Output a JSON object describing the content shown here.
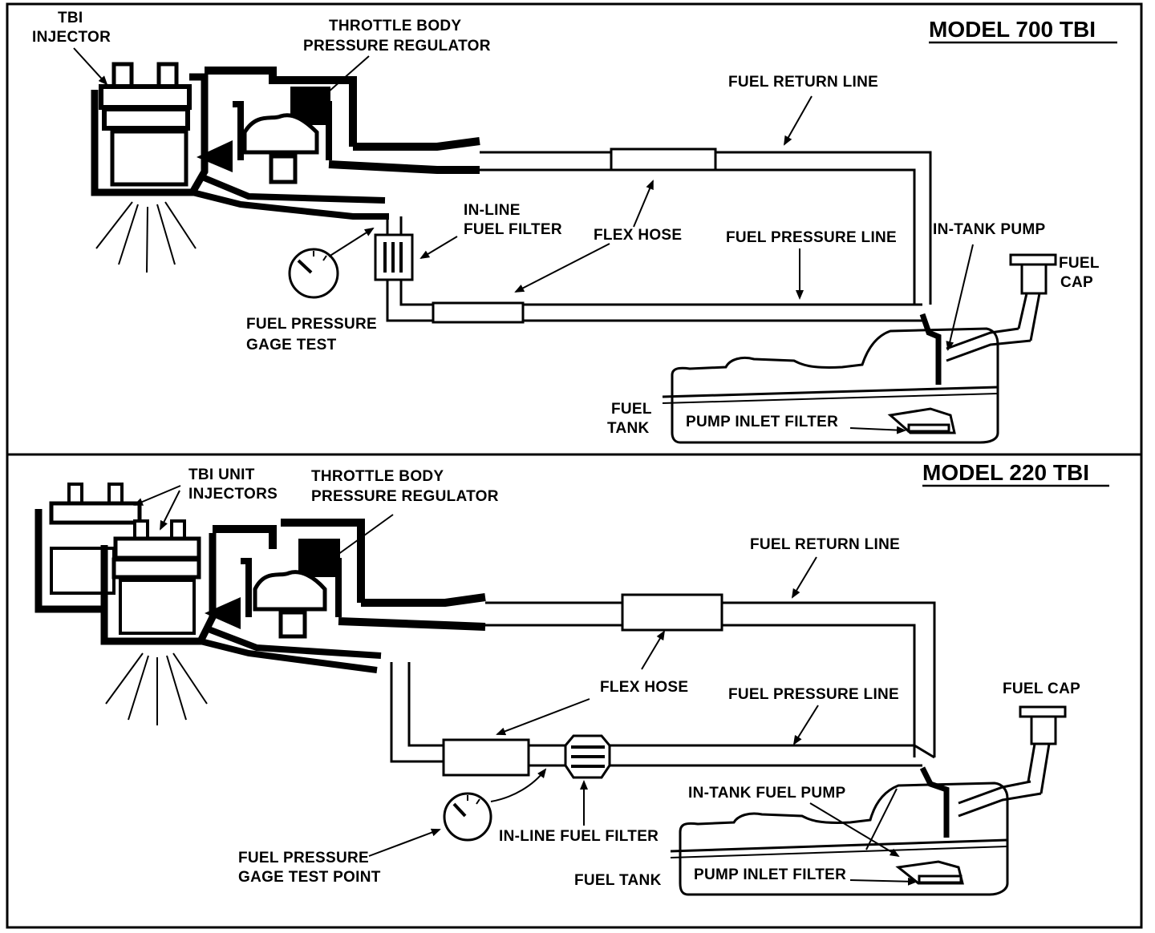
{
  "panels": {
    "model_700": {
      "title": "MODEL 700 TBI",
      "labels": {
        "tbi_injector_1": "TBI",
        "tbi_injector_2": "INJECTOR",
        "regulator_1": "THROTTLE BODY",
        "regulator_2": "PRESSURE REGULATOR",
        "return_line": "FUEL RETURN LINE",
        "inline_filter_1": "IN-LINE",
        "inline_filter_2": "FUEL FILTER",
        "flex_hose": "FLEX HOSE",
        "pressure_line": "FUEL PRESSURE LINE",
        "in_tank_pump": "IN-TANK PUMP",
        "fuel_cap_1": "FUEL",
        "fuel_cap_2": "CAP",
        "gage_test_1": "FUEL PRESSURE",
        "gage_test_2": "GAGE TEST",
        "fuel_tank_1": "FUEL",
        "fuel_tank_2": "TANK",
        "pump_inlet_filter": "PUMP INLET FILTER"
      }
    },
    "model_220": {
      "title": "MODEL 220 TBI",
      "labels": {
        "tbi_injectors_1": "TBI UNIT",
        "tbi_injectors_2": "INJECTORS",
        "regulator_1": "THROTTLE BODY",
        "regulator_2": "PRESSURE REGULATOR",
        "return_line": "FUEL RETURN LINE",
        "flex_hose": "FLEX HOSE",
        "pressure_line": "FUEL PRESSURE LINE",
        "fuel_cap": "FUEL CAP",
        "in_tank_pump": "IN-TANK  FUEL PUMP",
        "inline_filter": "IN-LINE FUEL FILTER",
        "gage_test_1": "FUEL PRESSURE",
        "gage_test_2": "GAGE TEST POINT",
        "fuel_tank": "FUEL TANK",
        "pump_inlet_filter": "PUMP INLET FILTER"
      }
    }
  },
  "colors": {
    "ink": "#000000",
    "paper": "#ffffff"
  }
}
